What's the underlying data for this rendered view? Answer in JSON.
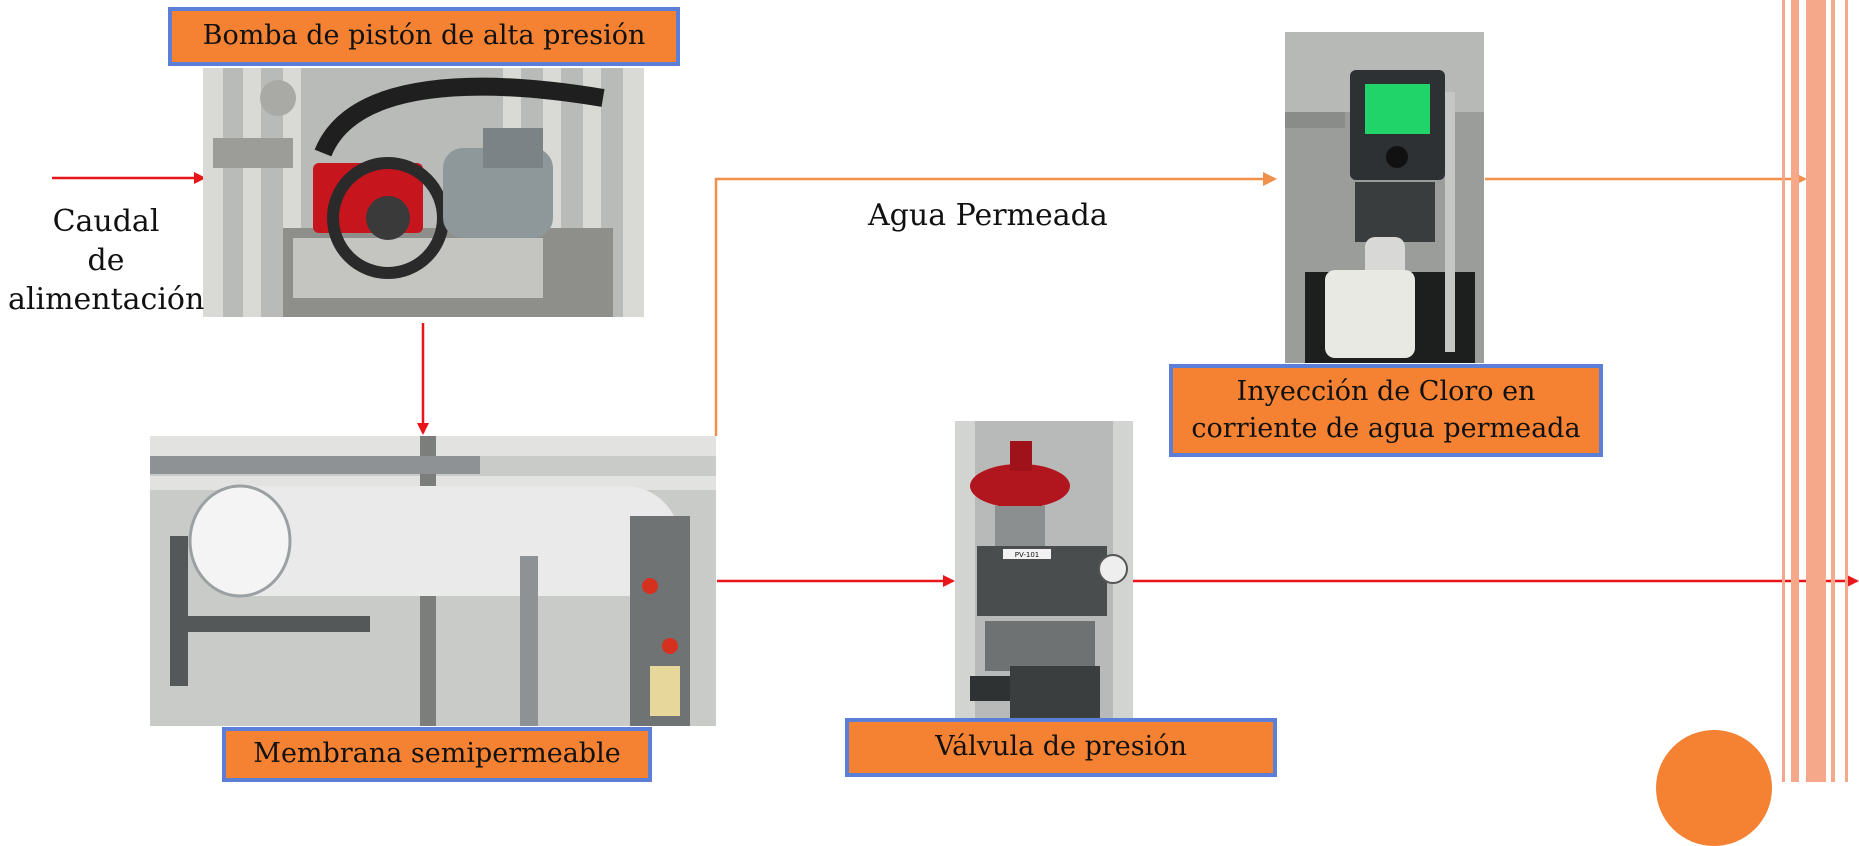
{
  "labels": {
    "pump": "Bomba de pistón de alta presión",
    "membrane": "Membrana semipermeable",
    "valve": "Válvula de presión",
    "chlorine_line1": "Inyección de Cloro en",
    "chlorine_line2": "corriente de agua permeada"
  },
  "feed_label": [
    "Caudal",
    "de",
    "alimentación"
  ],
  "permeate_label": "Agua Permeada",
  "valve_tag": "PV-101",
  "colors": {
    "label_fill": "#f58233",
    "label_border": "#5b7fd6",
    "feed_arrow": "#e8161b",
    "permeate_arrow": "#f0904a",
    "side_stripes": "#f6a98a"
  },
  "icons": [
    "pump-photo",
    "membrane-photo",
    "valve-photo",
    "chlorine-dosing-photo"
  ]
}
